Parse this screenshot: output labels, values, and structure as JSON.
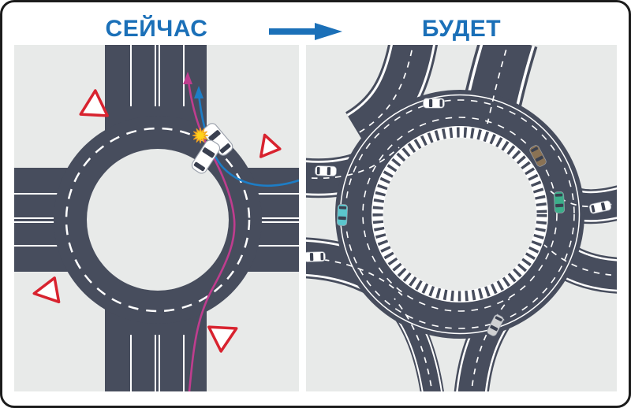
{
  "header": {
    "before_label": "СЕЙЧАС",
    "after_label": "БУДЕТ",
    "arrow_icon": "right-arrow"
  },
  "colors": {
    "card-bg": "#ffffff",
    "card-border": "#1c1c1c",
    "panel-bg": "#e8eae9",
    "road": "#474d5d",
    "accent": "#1b70b8",
    "marking": "#ffffff",
    "yield-red": "#d8232f",
    "path-blue": "#1d7dc6",
    "path-magenta": "#bf3d8e",
    "collision-star": "#ffd21d",
    "collision-star-edge": "#f09e20",
    "car-white": "#ffffff",
    "car-window": "#3a4050",
    "car-cyan": "#5bc6cd",
    "car-green": "#3cae8a",
    "car-brown": "#8a7254",
    "car-silver": "#cfd0d2"
  },
  "scene": {
    "before": {
      "type": "classic-roundabout",
      "arms": 4,
      "yield_signs": 4,
      "collision": true,
      "cars": [
        {
          "color": "white"
        },
        {
          "color": "white"
        }
      ],
      "paths": [
        {
          "name": "entering-vehicle-path",
          "color": "path-blue"
        },
        {
          "name": "circulating-vehicle-path",
          "color": "path-magenta"
        }
      ]
    },
    "after": {
      "type": "turbo-roundabout",
      "legs": 8,
      "collision": false,
      "cars": [
        {
          "color": "white"
        },
        {
          "color": "brown"
        },
        {
          "color": "green"
        },
        {
          "color": "white"
        },
        {
          "color": "cyan"
        },
        {
          "color": "white"
        },
        {
          "color": "white"
        },
        {
          "color": "silver"
        }
      ]
    }
  }
}
